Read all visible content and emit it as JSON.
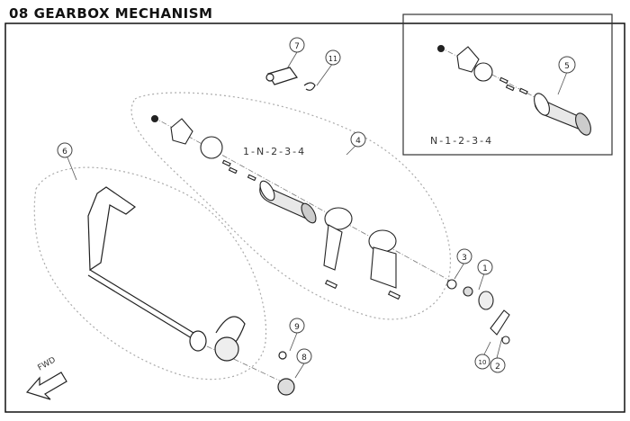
{
  "title": "08 GEARBOX MECHANISM",
  "gear_sequence_main": "1-N-2-3-4",
  "gear_sequence_inset": "N-1-2-3-4",
  "direction_label": "FWD",
  "callouts": [
    "1",
    "2",
    "3",
    "4",
    "5",
    "6",
    "7",
    "8",
    "9",
    "10",
    "11"
  ]
}
